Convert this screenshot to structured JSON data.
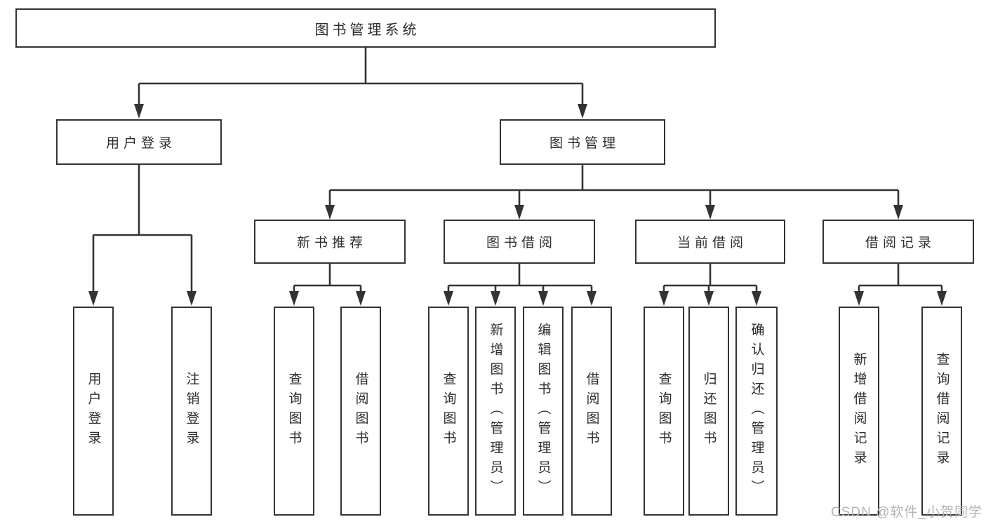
{
  "colors": {
    "line": "#333333",
    "box-fill": "#ffffff",
    "text": "#2d2d2d",
    "background": "#ffffff",
    "watermark": "#b3b3b3"
  },
  "watermark": {
    "text": "CSDN @软件_小贺同学"
  },
  "diagram": {
    "title": "图书管理系统",
    "branches": [
      {
        "label": "用户登录",
        "leaves": [
          "用户登录",
          "注销登录"
        ]
      },
      {
        "label": "图书管理",
        "groups": [
          {
            "label": "新书推荐",
            "leaves": [
              "查询图书",
              "借阅图书"
            ]
          },
          {
            "label": "图书借阅",
            "leaves": [
              "查询图书",
              "新增图书（管理员）",
              "编辑图书（管理员）",
              "借阅图书"
            ]
          },
          {
            "label": "当前借阅",
            "leaves": [
              "查询图书",
              "归还图书",
              "确认归还（管理员）"
            ]
          },
          {
            "label": "借阅记录",
            "leaves": [
              "新增借阅记录",
              "查询借阅记录"
            ]
          }
        ]
      }
    ]
  }
}
